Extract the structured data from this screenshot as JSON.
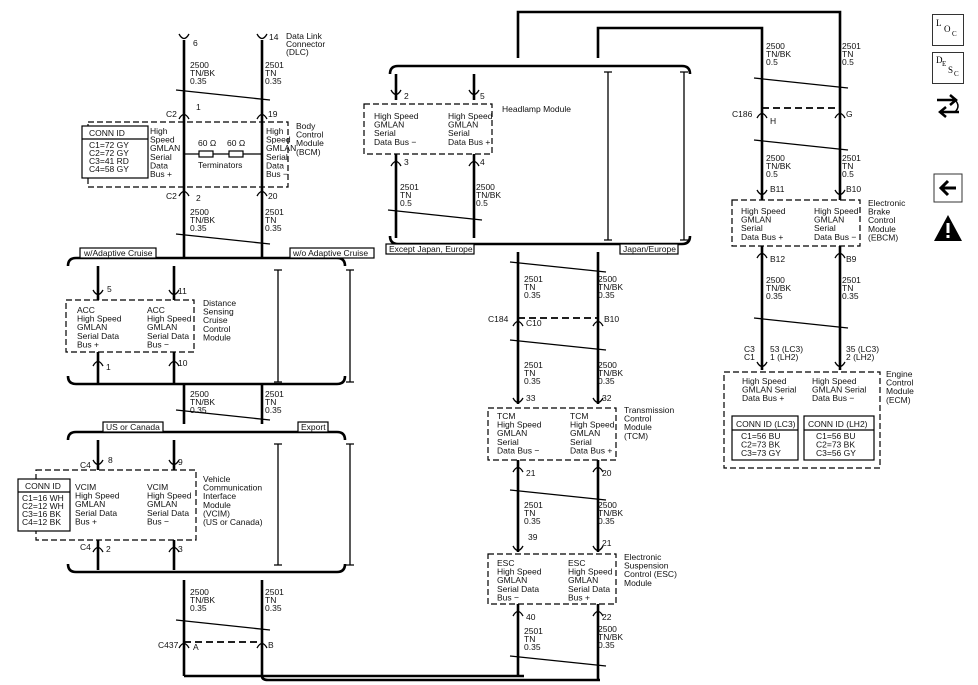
{
  "nav": {
    "loc": {
      "a": "L",
      "b": "O",
      "c": "C"
    },
    "desc": {
      "a": "D",
      "b": "E",
      "c": "S",
      "d": "C"
    }
  },
  "labels": {
    "dlc_6": "6",
    "dlc_14": "14",
    "dlc_name": [
      "Data Link",
      "Connector",
      "(DLC)"
    ],
    "w2500": "2500",
    "w2501": "2501",
    "tnbk": "TN/BK",
    "tn": "TN",
    "g035": "0.35",
    "g05": "0.5",
    "c2": "C2",
    "pin1": "1",
    "pin19": "19",
    "pin2": "2",
    "pin20": "20",
    "bcm_left": [
      "High",
      "Speed",
      "GMLAN",
      "Serial",
      "Data",
      "Bus +"
    ],
    "bcm_right": [
      "High",
      "Speed",
      "GMLAN",
      "Serial",
      "Data",
      "Bus −"
    ],
    "bcm_name": [
      "Body",
      "Control",
      "Module",
      "(BCM)"
    ],
    "res1": "60 Ω",
    "res2": "60 Ω",
    "terminators": "Terminators",
    "bcm_conn_title": "CONN ID",
    "bcm_conn": [
      "C1=72 GY",
      "C2=72 GY",
      "C3=41 RD",
      "C4=58 GY"
    ],
    "w_adaptive": "w/Adaptive Cruise",
    "wo_adaptive": "w/o Adaptive Cruise",
    "acc_pin5": "5",
    "acc_pin11": "11",
    "acc_pin1": "1",
    "acc_pin10": "10",
    "acc_left": [
      "ACC",
      "High Speed",
      "GMLAN",
      "Serial Data",
      "Bus +"
    ],
    "acc_right": [
      "ACC",
      "High Speed",
      "GMLAN",
      "Serial Data",
      "Bus −"
    ],
    "acc_name": [
      "Distance",
      "Sensing",
      "Cruise",
      "Control",
      "Module"
    ],
    "us_canada": "US or Canada",
    "export": "Export",
    "vcim_c4": "C4",
    "vcim_pin8": "8",
    "vcim_pin9": "9",
    "vcim_pin2": "2",
    "vcim_pin3": "3",
    "vcim_conn_title": "CONN ID",
    "vcim_conn": [
      "C1=16 WH",
      "C2=12 WH",
      "C3=16 BK",
      "C4=12 BK"
    ],
    "vcim_left": [
      "VCIM",
      "High Speed",
      "GMLAN",
      "Serial Data",
      "Bus +"
    ],
    "vcim_right": [
      "VCIM",
      "High Speed",
      "GMLAN",
      "Serial Data",
      "Bus −"
    ],
    "vcim_name": [
      "Vehicle",
      "Communication",
      "Interface",
      "Module",
      "(VCIM)",
      "(US or Canada)"
    ],
    "c437": "C437",
    "pinA": "A",
    "pinB": "B",
    "hl_pin2": "2",
    "hl_pin5": "5",
    "hl_pin3": "3",
    "hl_pin4": "4",
    "hl_left": [
      "High Speed",
      "GMLAN",
      "Serial",
      "Data Bus −"
    ],
    "hl_right": [
      "High Speed",
      "GMLAN",
      "Serial",
      "Data Bus +"
    ],
    "hl_name": "Headlamp Module",
    "except_japan": "Except Japan, Europe",
    "japan_europe": "Japan/Europe",
    "c184": "C184",
    "c10": "C10",
    "b10": "B10",
    "tcm_pin33": "33",
    "tcm_pin32": "32",
    "tcm_pin21": "21",
    "tcm_pin20": "20",
    "tcm_left": [
      "TCM",
      "High Speed",
      "GMLAN",
      "Serial",
      "Data Bus −"
    ],
    "tcm_right": [
      "TCM",
      "High Speed",
      "GMLAN",
      "Serial",
      "Data Bus +"
    ],
    "tcm_name": [
      "Transmission",
      "Control",
      "Module",
      "(TCM)"
    ],
    "esc_pin39": "39",
    "esc_pin21": "21",
    "esc_pin40": "40",
    "esc_pin22": "22",
    "esc_left": [
      "ESC",
      "High Speed",
      "GMLAN",
      "Serial Data",
      "Bus −"
    ],
    "esc_right": [
      "ESC",
      "High Speed",
      "GMLAN",
      "Serial Data",
      "Bus +"
    ],
    "esc_name": [
      "Electronic",
      "Suspension",
      "Control (ESC)",
      "Module"
    ],
    "c186": "C186",
    "pinH": "H",
    "pinG": "G",
    "b11": "B11",
    "b10e": "B10",
    "b12": "B12",
    "b9": "B9",
    "ebcm_left": [
      "High Speed",
      "GMLAN",
      "Serial",
      "Data Bus +"
    ],
    "ebcm_right": [
      "High Speed",
      "GMLAN",
      "Serial",
      "Data Bus −"
    ],
    "ebcm_name": [
      "Electronic",
      "Brake",
      "Control",
      "Module",
      "(EBCM)"
    ],
    "c3": "C3",
    "c1": "C1",
    "ecm_53": "53 (LC3)",
    "ecm_1": "1 (LH2)",
    "ecm_35": "35 (LC3)",
    "ecm_2": "2 (LH2)",
    "ecm_left": [
      "High Speed",
      "GMLAN Serial",
      "Data Bus +"
    ],
    "ecm_right": [
      "High Speed",
      "GMLAN Serial",
      "Data Bus −"
    ],
    "ecm_name": [
      "Engine",
      "Control",
      "Module",
      "(ECM)"
    ],
    "ecm_conn1_title": "CONN ID (LC3)",
    "ecm_conn1": [
      "C1=56 BU",
      "C2=73 BK",
      "C3=73 GY"
    ],
    "ecm_conn2_title": "CONN ID (LH2)",
    "ecm_conn2": [
      "C1=56 BU",
      "C2=73 BK",
      "C3=56 GY"
    ]
  }
}
